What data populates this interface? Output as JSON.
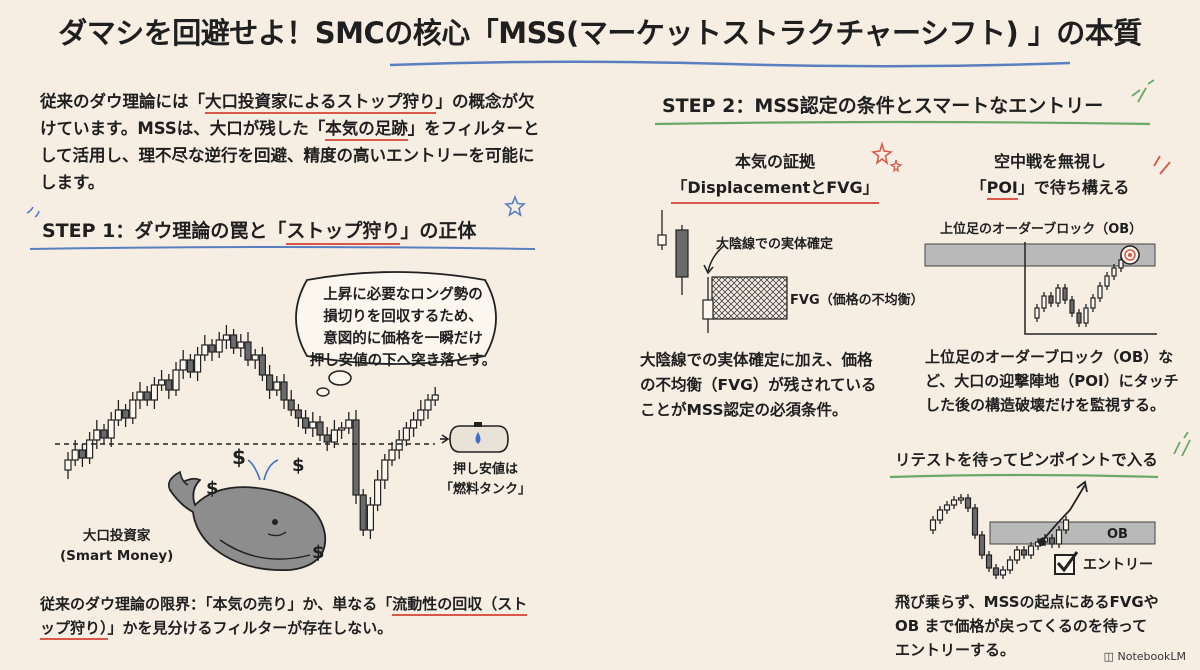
{
  "title": "ダマシを回避せよ！SMCの核心「MSS(マーケットストラクチャーシフト) 」の本質",
  "intro": {
    "t1": "従来のダウ理論には「",
    "h1": "大口投資家によるストップ狩り",
    "t2": "」の概念が欠けています。MSSは、大口が残した「",
    "h2": "本気の足跡",
    "t3": "」をフィルターとして活用し、理不尽な逆行を回避、精度の高いエントリーを可能にします。"
  },
  "step1": {
    "prefix": "STEP 1：ダウ理論の罠と「",
    "highlight": "ストップ狩り",
    "suffix": "」の正体",
    "bubble": [
      "上昇に必要なロング勢の",
      "損切りを回収するため、",
      "意図的に価格を一瞬だけ",
      "押し安値の下へ突き落とす。"
    ],
    "tank_label": [
      "押し安値は",
      "「燃料タンク」"
    ],
    "whale_label": [
      "大口投資家",
      "(Smart Money)"
    ],
    "caption_t1": "従来のダウ理論の限界：「本気の売り」か、単なる「",
    "caption_h": "流動性の回収（ストップ狩り）",
    "caption_t2": "」かを見分けるフィルターが存在しない。"
  },
  "step2": {
    "title": "STEP 2：MSS認定の条件とスマートなエントリー",
    "card1": {
      "heading1": "本気の証拠",
      "heading2": "「DisplacementとFVG」",
      "label_candle": "大陰線での実体確定",
      "label_fvg": "FVG（価格の不均衡）",
      "desc": [
        "大陰線での実体確定に加え、価格",
        "の不均衡（FVG）が残されている",
        "ことがMSS認定の必須条件。"
      ]
    },
    "card2": {
      "heading1": "空中戦を無視し",
      "heading2": "「POI」で待ち構える",
      "label_ob": "上位足のオーダーブロック（OB）",
      "desc": [
        "上位足のオーダーブロック（OB）な",
        "ど、大口の迎撃陣地（POI）にタッチ",
        "した後の構造破壊だけを監視する。"
      ]
    },
    "card3": {
      "heading": "リテストを待ってピンポイントで入る",
      "label_ob": "OB",
      "label_entry": "エントリー",
      "desc": [
        "飛び乗らず、MSSの起点にあるFVGや",
        "OB  まで価格が戻ってくるのを待って",
        "エントリーする。"
      ]
    }
  },
  "footer": {
    "brand": "NotebookLM"
  },
  "colors": {
    "accent_red": "#d9574a",
    "accent_blue": "#5a7fc0",
    "accent_green": "#6aa86a",
    "background": "#f6eee3"
  }
}
